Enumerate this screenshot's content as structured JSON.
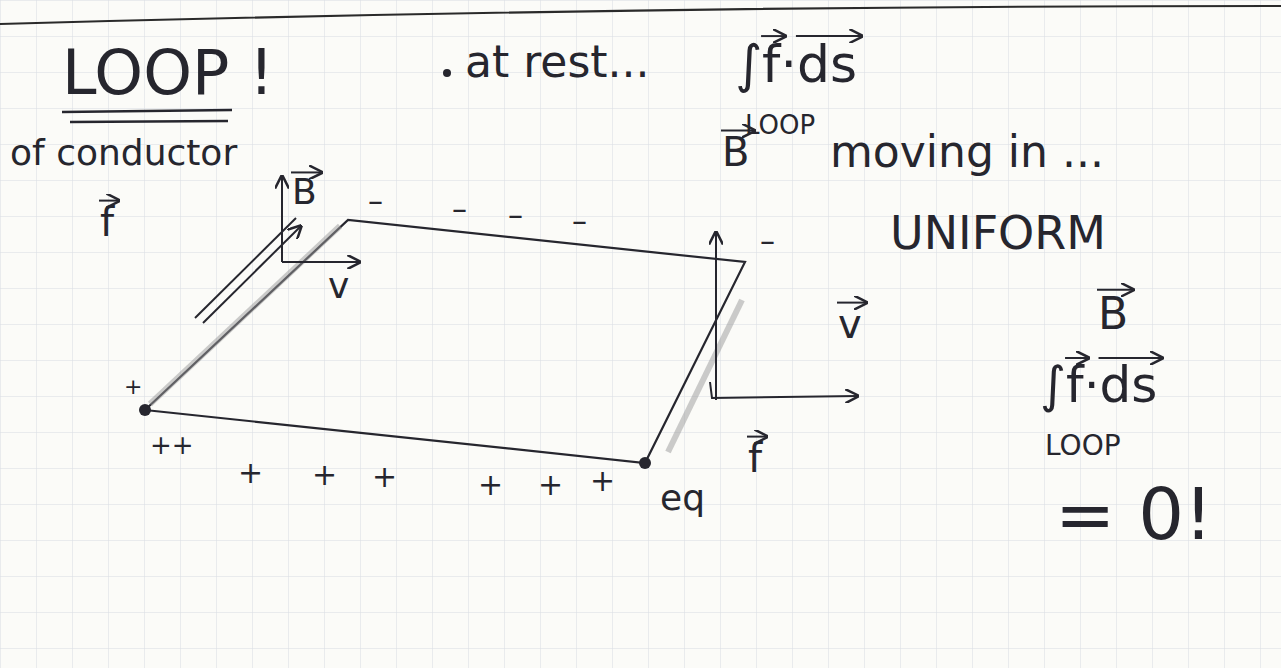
{
  "diagram": {
    "labels": [
      "LOOP !",
      "at rest...",
      "∫f·ds",
      "LOOP",
      "of conductor",
      "B",
      "f",
      "v",
      "B",
      "v",
      "f",
      "eq",
      "moving in ...",
      "UNIFORM",
      "B",
      "∫f·ds",
      "LOOP",
      "= 0!",
      "+",
      "++",
      "+",
      "+",
      "+",
      "+",
      "+",
      "+",
      "–",
      "–",
      "–",
      "–",
      "–"
    ]
  }
}
